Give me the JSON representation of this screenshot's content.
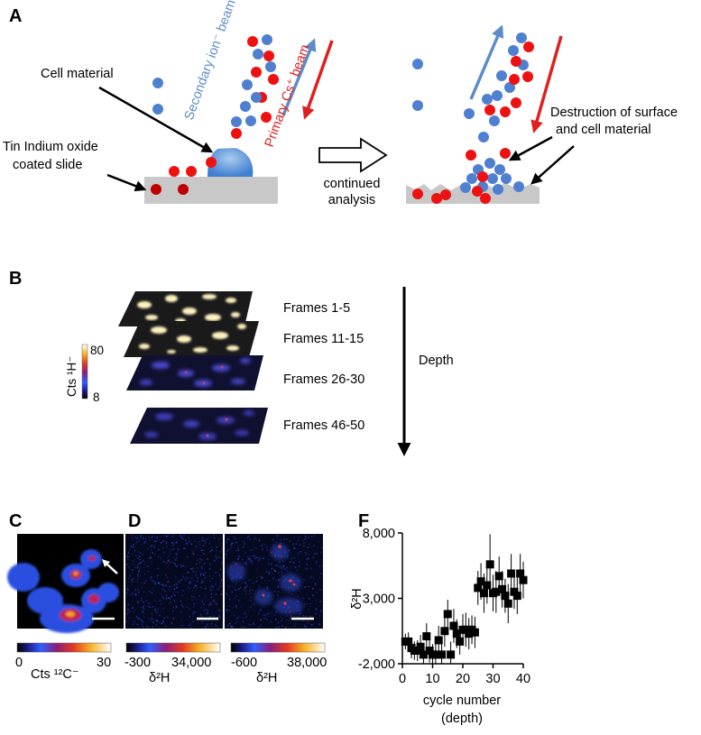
{
  "panel_a": {
    "letter": "A",
    "label_cell_material": "Cell material",
    "label_slide_line1": "Tin Indium oxide",
    "label_slide_line2": "coated slide",
    "beam_secondary": "Secondary ion⁻ beam",
    "beam_primary": "Primary Cs⁺ beam",
    "continued_line1": "continued",
    "continued_line2": "analysis",
    "destruction_line1": "Destruction of surface",
    "destruction_line2": "and cell material",
    "colors": {
      "blue_ion": "#4f80d0",
      "red_ion": "#ee1111",
      "blue_beam": "#5b8dc9",
      "red_beam": "#e02020",
      "slide": "#c8c8c8"
    }
  },
  "panel_b": {
    "letter": "B",
    "frames": [
      "Frames 1-5",
      "Frames  11-15",
      "Frames  26-30",
      "Frames  46-50"
    ],
    "depth_label": "Depth",
    "colorbar_max": "80",
    "colorbar_min": "8",
    "colorbar_label": "Cts ¹H⁻"
  },
  "panel_c": {
    "letter": "C",
    "cb_min": "0",
    "cb_max": "30",
    "cb_label": "Cts ¹²C⁻"
  },
  "panel_d": {
    "letter": "D",
    "cb_min": "-300",
    "cb_max": "34,000",
    "cb_label": "δ²H"
  },
  "panel_e": {
    "letter": "E",
    "cb_min": "-600",
    "cb_max": "38,000",
    "cb_label": "δ²H"
  },
  "panel_f": {
    "letter": "F"
  },
  "chart_data": {
    "type": "scatter",
    "xlabel": "cycle number",
    "xlabel2": "(depth)",
    "ylabel": "δ²H",
    "xlim": [
      0,
      40
    ],
    "ylim": [
      -2000,
      8000
    ],
    "xticks": [
      "0",
      "10",
      "20",
      "30",
      "40"
    ],
    "yticks": [
      "-2,000",
      "3,000",
      "8,000"
    ],
    "points": [
      {
        "x": 1,
        "y": -300,
        "err": 600
      },
      {
        "x": 2,
        "y": -300,
        "err": 700
      },
      {
        "x": 3,
        "y": -800,
        "err": 800
      },
      {
        "x": 4,
        "y": -1000,
        "err": 700
      },
      {
        "x": 5,
        "y": -1000,
        "err": 800
      },
      {
        "x": 6,
        "y": -700,
        "err": 900
      },
      {
        "x": 7,
        "y": -1300,
        "err": 700
      },
      {
        "x": 8,
        "y": 100,
        "err": 1000
      },
      {
        "x": 9,
        "y": -1000,
        "err": 900
      },
      {
        "x": 10,
        "y": -1300,
        "err": 800
      },
      {
        "x": 11,
        "y": -1300,
        "err": 1000
      },
      {
        "x": 12,
        "y": -200,
        "err": 1100
      },
      {
        "x": 13,
        "y": -1300,
        "err": 900
      },
      {
        "x": 14,
        "y": 500,
        "err": 1200
      },
      {
        "x": 15,
        "y": 1800,
        "err": 1100
      },
      {
        "x": 16,
        "y": -1300,
        "err": 1000
      },
      {
        "x": 17,
        "y": 900,
        "err": 1300
      },
      {
        "x": 18,
        "y": 300,
        "err": 1100
      },
      {
        "x": 19,
        "y": -300,
        "err": 1000
      },
      {
        "x": 20,
        "y": 600,
        "err": 1200
      },
      {
        "x": 21,
        "y": 600,
        "err": 1300
      },
      {
        "x": 22,
        "y": 300,
        "err": 1200
      },
      {
        "x": 23,
        "y": 600,
        "err": 1100
      },
      {
        "x": 24,
        "y": 400,
        "err": 1200
      },
      {
        "x": 25,
        "y": 3800,
        "err": 1300
      },
      {
        "x": 26,
        "y": 4300,
        "err": 1400
      },
      {
        "x": 27,
        "y": 3400,
        "err": 1500
      },
      {
        "x": 28,
        "y": 4000,
        "err": 1400
      },
      {
        "x": 29,
        "y": 5600,
        "err": 2300
      },
      {
        "x": 30,
        "y": 3400,
        "err": 1400
      },
      {
        "x": 31,
        "y": 3500,
        "err": 1600
      },
      {
        "x": 32,
        "y": 4700,
        "err": 1500
      },
      {
        "x": 33,
        "y": 3700,
        "err": 1400
      },
      {
        "x": 34,
        "y": 3200,
        "err": 1300
      },
      {
        "x": 35,
        "y": 2600,
        "err": 1500
      },
      {
        "x": 36,
        "y": 4900,
        "err": 1500
      },
      {
        "x": 37,
        "y": 3500,
        "err": 1300
      },
      {
        "x": 38,
        "y": 3200,
        "err": 1400
      },
      {
        "x": 39,
        "y": 4900,
        "err": 1500
      },
      {
        "x": 40,
        "y": 4400,
        "err": 1400
      }
    ]
  }
}
